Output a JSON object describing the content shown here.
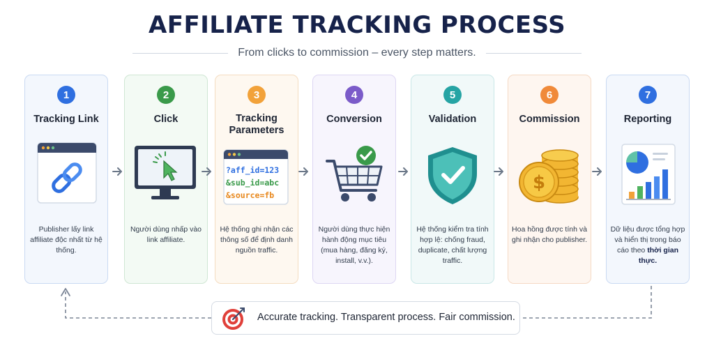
{
  "title": "AFFILIATE TRACKING PROCESS",
  "subtitle": "From clicks to commission – every step matters.",
  "steps": [
    {
      "number": "1",
      "title": "Tracking Link",
      "description": "Publisher lấy link affiliate độc nhất từ hệ thống.",
      "color": "#2f6fe0",
      "icon": "link-icon"
    },
    {
      "number": "2",
      "title": "Click",
      "description": "Người dùng nhấp vào link affiliate.",
      "color": "#3a9a4a",
      "icon": "monitor-cursor-icon"
    },
    {
      "number": "3",
      "title": "Tracking Parameters",
      "description": "Hệ thống ghi nhận các thông số để định danh nguồn traffic.",
      "color": "#f2a23a",
      "icon": "browser-params-icon",
      "params": [
        "?aff_id=123",
        "&sub_id=abc",
        "&source=fb"
      ]
    },
    {
      "number": "4",
      "title": "Conversion",
      "description": "Người dùng thực hiện hành động mục tiêu (mua hàng, đăng ký, install, v.v.).",
      "color": "#7b5bc9",
      "icon": "cart-check-icon"
    },
    {
      "number": "5",
      "title": "Validation",
      "description": "Hệ thống kiểm tra tính hợp lệ: chống fraud, duplicate, chất lượng traffic.",
      "color": "#26a4a4",
      "icon": "shield-check-icon"
    },
    {
      "number": "6",
      "title": "Commission",
      "description": "Hoa hồng được tính và ghi nhận cho publisher.",
      "color": "#f08a3a",
      "icon": "coins-icon"
    },
    {
      "number": "7",
      "title": "Reporting",
      "description": "Dữ liệu được tổng hợp và hiển thị trong báo cáo theo",
      "description_bold": "thời gian thực.",
      "color": "#2f6fe0",
      "icon": "report-chart-icon"
    }
  ],
  "footer": {
    "text": "Accurate tracking. Transparent process. Fair commission.",
    "icon": "target-icon"
  }
}
